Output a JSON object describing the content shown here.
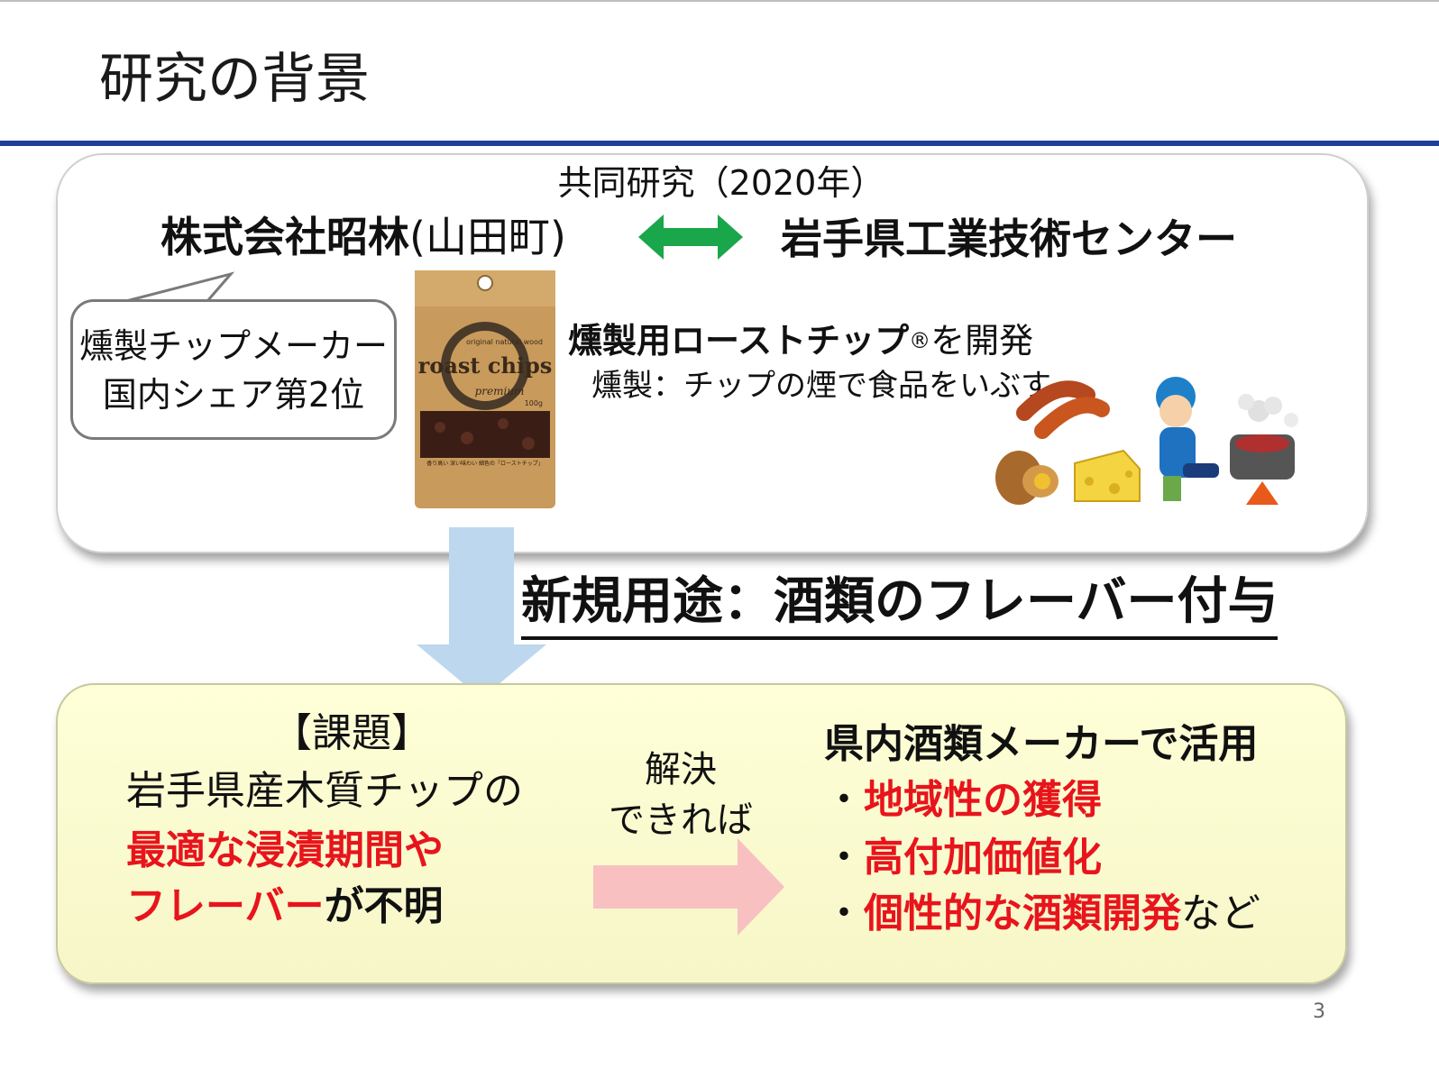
{
  "title": "研究の背景",
  "collab": {
    "label": "共同研究（2020年）",
    "company_bold": "株式会社昭林",
    "company_loc": "(山田町)",
    "partner": "岩手県工業技術センター"
  },
  "callout": {
    "line1": "燻製チップメーカー",
    "line2": "国内シェア第2位"
  },
  "product": {
    "brand": "roast chips",
    "sub": "premium",
    "tag": "original natural wood",
    "weight": "100g",
    "caption": "香り高い 深い味わい 細色の「ローストチップ」"
  },
  "feature": {
    "name": "燻製用ローストチップ",
    "reg": "®",
    "suffix": "を開発",
    "desc": "燻製：チップの煙で食品をいぶす"
  },
  "new_use": "新規用途：酒類のフレーバー付与",
  "issue": {
    "heading": "【課題】",
    "line1": "岩手県産木質チップの",
    "line2": "最適な浸漬期間や",
    "line3_red": "フレーバー",
    "line3_black": "が不明"
  },
  "solve": {
    "line1": "解決",
    "line2": "できれば"
  },
  "benefits": {
    "heading": "県内酒類メーカーで活用",
    "dot": "・",
    "items": [
      "地域性の獲得",
      "高付加価値化",
      "個性的な酒類開発"
    ],
    "last_tail": "など"
  },
  "page_number": "3",
  "colors": {
    "accent_blue": "#1f3f9a",
    "red": "#e8141c",
    "green_arrow": "#1aa64a",
    "blue_arrow": "#bdd7ee",
    "pink_arrow": "#f8c0c0"
  }
}
